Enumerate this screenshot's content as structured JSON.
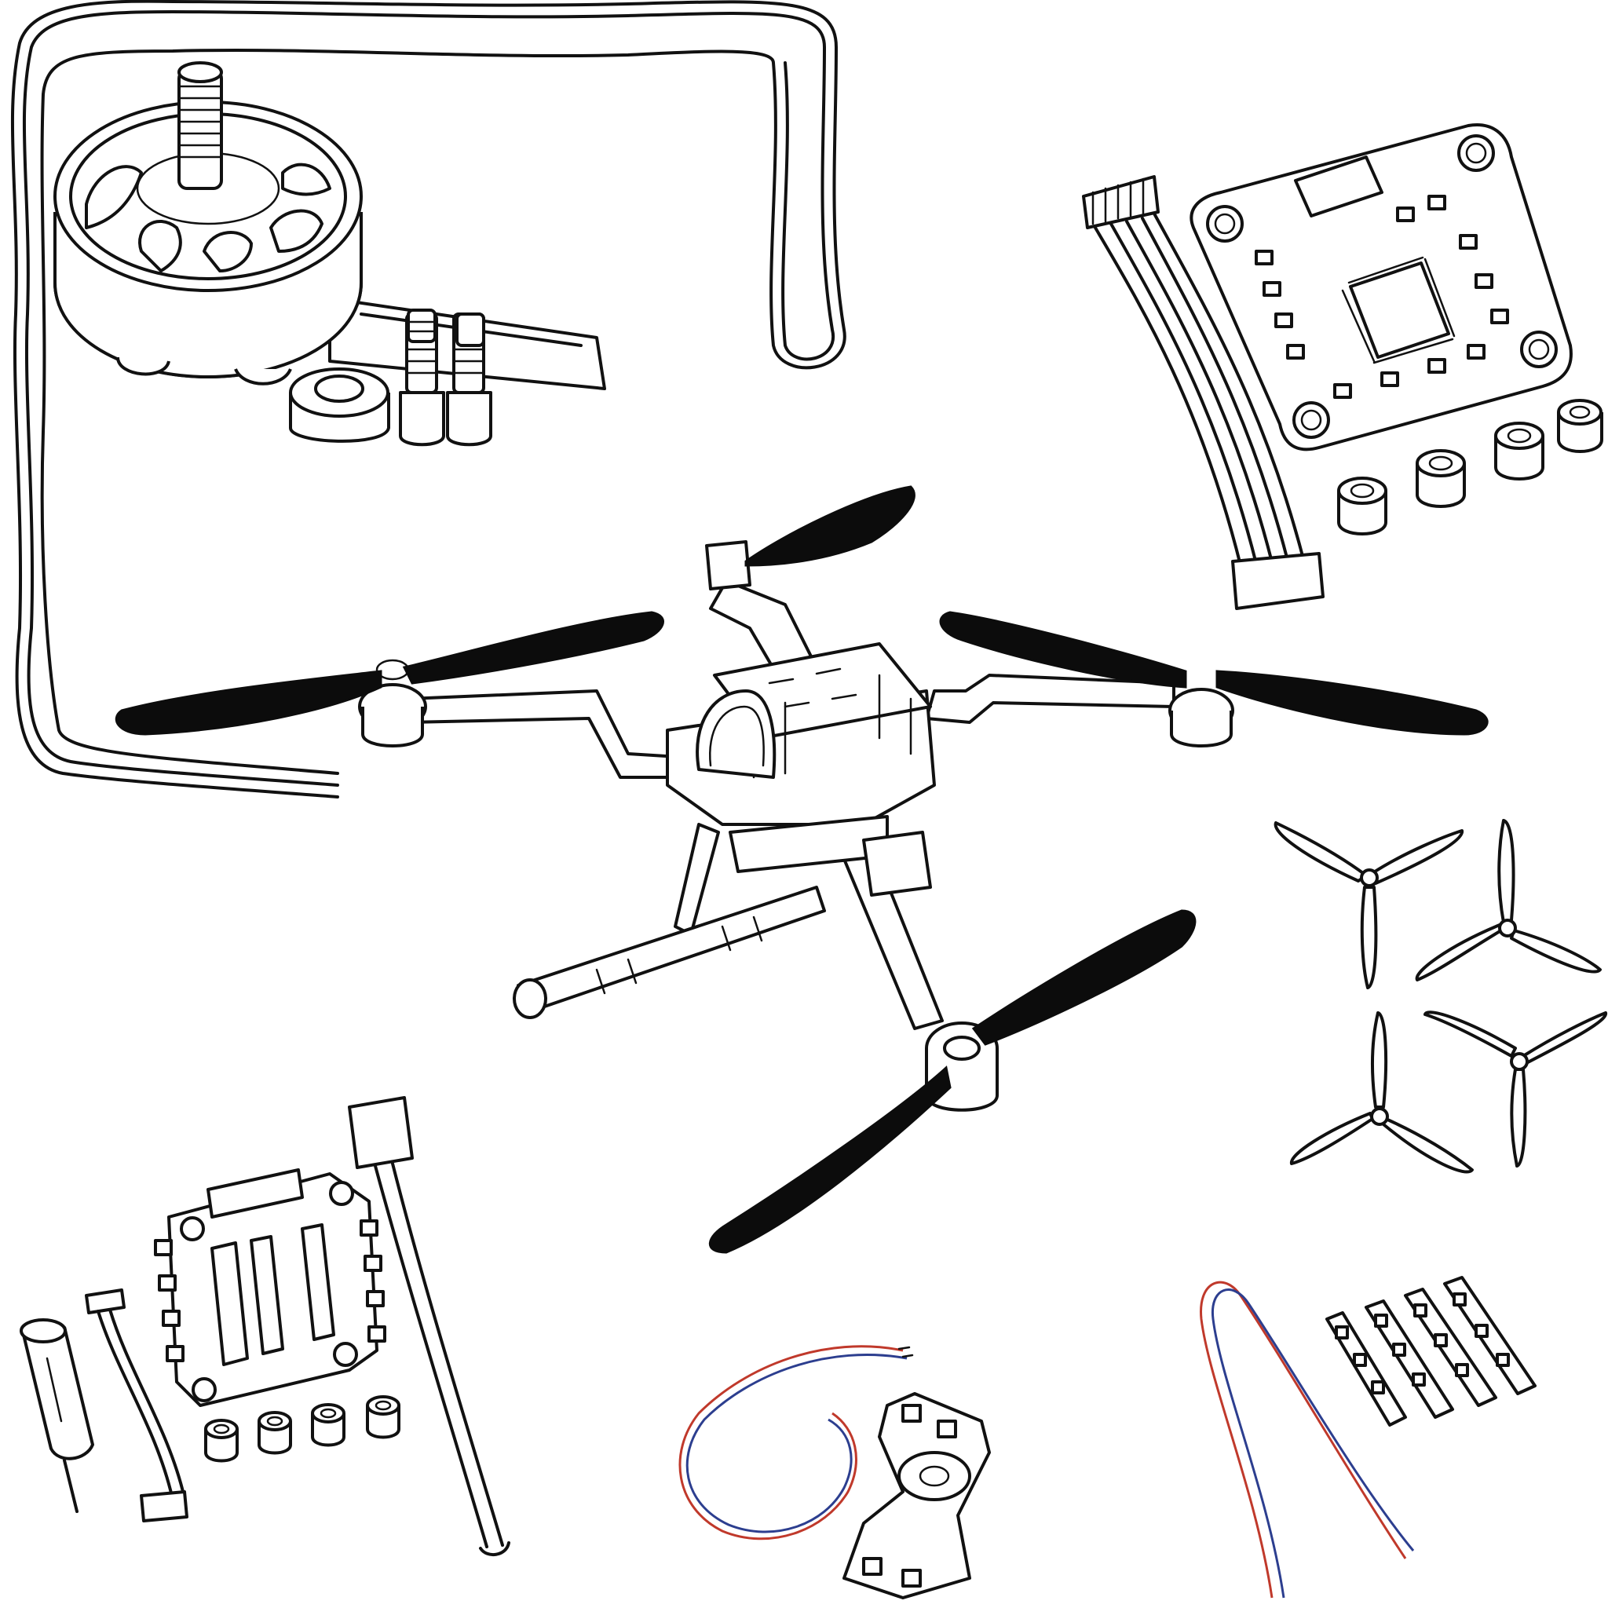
{
  "figure": {
    "style": "black-and-white line drawing",
    "background": "#ffffff",
    "stroke_color": "#111111",
    "propeller_fill": "#0c0c0c",
    "wire_colors": [
      "#c0392b",
      "#2c3e8f"
    ]
  },
  "parts": [
    {
      "name": "brushless-motor",
      "icon": "motor-icon"
    },
    {
      "name": "motor-mounting-screws",
      "icon": "screw-icon"
    },
    {
      "name": "flight-controller-board",
      "icon": "pcb-icon"
    },
    {
      "name": "flight-controller-cable",
      "icon": "ribbon-cable-icon"
    },
    {
      "name": "rubber-dampers",
      "icon": "grommet-icon"
    },
    {
      "name": "assembled-quadcopter",
      "icon": "drone-icon"
    },
    {
      "name": "tri-blade-propellers",
      "icon": "propeller-icon"
    },
    {
      "name": "esc-board",
      "icon": "esc-icon"
    },
    {
      "name": "capacitor",
      "icon": "capacitor-icon"
    },
    {
      "name": "battery-lead",
      "icon": "power-lead-icon"
    },
    {
      "name": "twisted-wire",
      "icon": "wire-icon"
    },
    {
      "name": "buzzer",
      "icon": "buzzer-icon"
    },
    {
      "name": "led-strips",
      "icon": "led-icon"
    }
  ]
}
